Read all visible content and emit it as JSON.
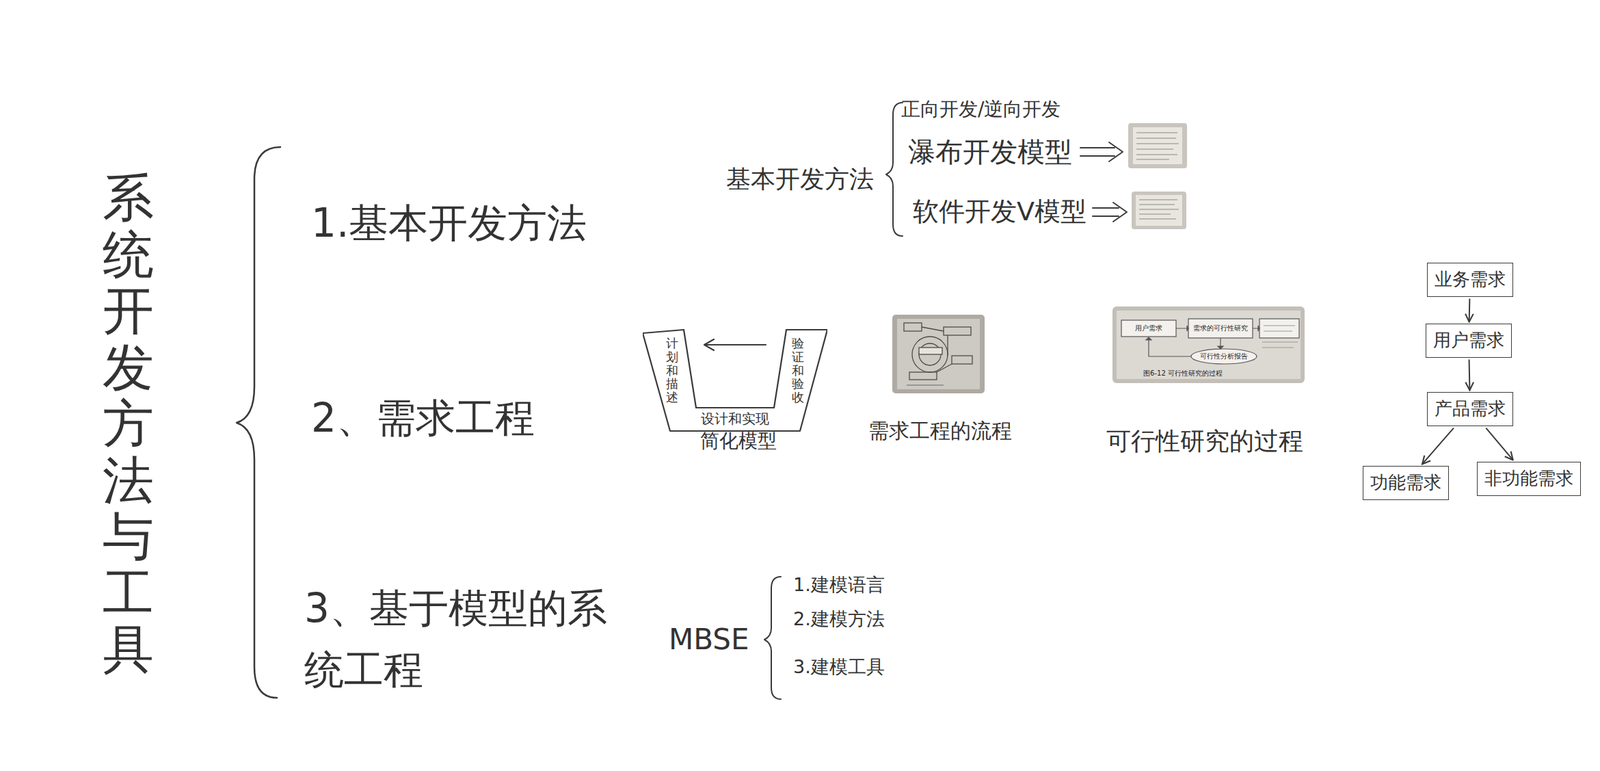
{
  "diagram": {
    "title": "系统开发方法与工具",
    "nodes": [
      {
        "text": [
          "计划和描述",
          "设计和实现",
          "验证和验收"
        ]
      },
      {
        "text": [
          "业务需求"
        ]
      },
      {
        "text": [
          "用户需求"
        ]
      },
      {
        "text": [
          "产品需求"
        ]
      },
      {
        "text": [
          "功能需求"
        ]
      },
      {
        "text": [
          "非功能需求"
        ]
      }
    ],
    "edges": [
      {
        "from": 1,
        "to": 2,
        "arrow": "to"
      },
      {
        "from": 2,
        "to": 3,
        "arrow": "to"
      },
      {
        "from": 3,
        "to": 4,
        "arrow": "to"
      },
      {
        "from": 3,
        "to": 5,
        "arrow": "to"
      }
    ],
    "labels": [
      "1.基本开发方法",
      "2、需求工程",
      "3、基于模型的系统工程",
      "基本开发方法",
      "正向开发/逆向开发",
      "瀑布开发模型",
      "软件开发V模型",
      "简化模型",
      "需求工程的流程",
      "用户需求",
      "需求的可行性研究",
      "可行性分析报告",
      "图6-12 可行性研究的过程",
      "可行性研究的过程",
      "MBSE",
      "1.建模语言",
      "2.建模方法",
      "3.建模工具"
    ]
  }
}
